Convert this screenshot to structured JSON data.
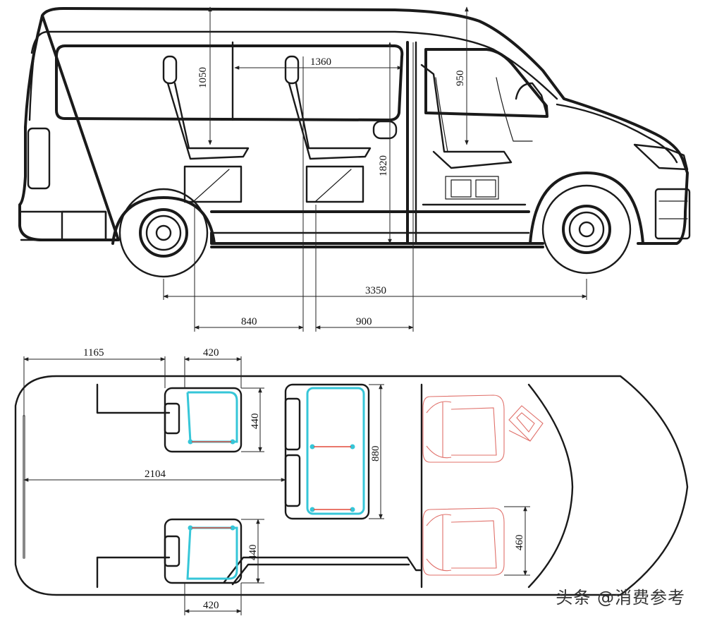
{
  "side_view": {
    "dimensions": {
      "roof_height": "1050",
      "cabin_height": "950",
      "aisle_span": "1360",
      "floor_height": "1820",
      "wheelbase": "3350",
      "seat_spacing_rear": "840",
      "seat_spacing_mid": "900"
    }
  },
  "top_view": {
    "dimensions": {
      "rear_offset": "1165",
      "seat_width_top": "420",
      "seat_depth_top": "440",
      "bench_length": "880",
      "floor_length": "2104",
      "seat_depth_bottom": "440",
      "front_seat_width": "460",
      "seat_width_bottom": "420"
    }
  },
  "watermark": "头条 @消费参考",
  "colors": {
    "outline": "#1a1a1a",
    "seat_cyan": "#36c6d8",
    "front_seat_red": "#e0706a"
  }
}
